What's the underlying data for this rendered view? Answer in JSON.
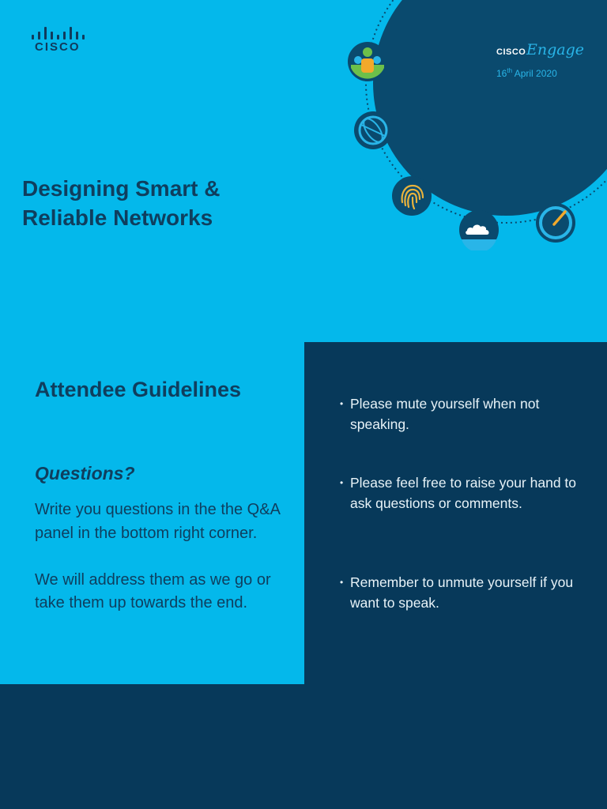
{
  "slide1": {
    "logo": {
      "wordmark": "CISCO",
      "icon": "cisco-bridge-logo"
    },
    "title_lines": [
      "Designing Smart &",
      "Reliable Networks"
    ],
    "brand": {
      "company": "CISCO",
      "event": "Engage"
    },
    "date": {
      "day": "16",
      "suffix": "th",
      "rest": " April 2020"
    },
    "icons": [
      "people-icon",
      "globe-icon",
      "fingerprint-icon",
      "cloud-icon",
      "gauge-icon"
    ],
    "colors": {
      "background": "#04b8eb",
      "circle": "#0a4a6e",
      "text": "#0f3e5e"
    }
  },
  "slide2": {
    "heading": "Attendee Guidelines",
    "questions_heading": "Questions?",
    "questions_paragraphs": [
      "Write you questions in the the Q&A panel in the bottom right corner.",
      "We will address them as we go or take them up towards the end."
    ],
    "bullets": [
      "Please mute yourself when not speaking.",
      "Please feel free to raise your hand to ask questions or comments.",
      "Remember to unmute yourself if you want to speak."
    ],
    "colors": {
      "light_panel": "#04b8eb",
      "dark_panel": "#07395a"
    }
  }
}
